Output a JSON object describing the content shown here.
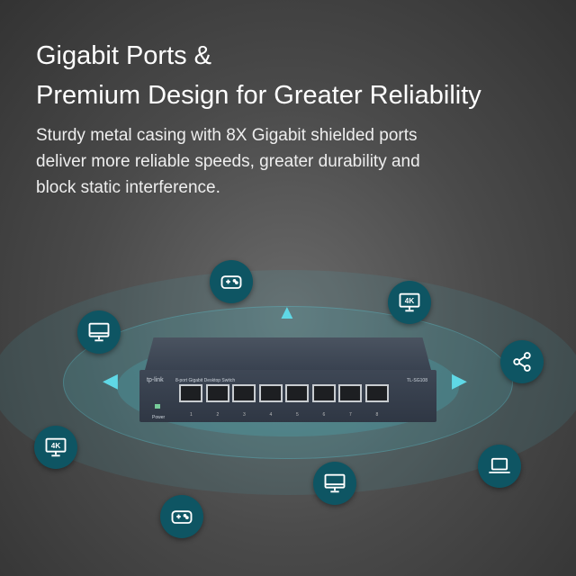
{
  "headline": {
    "line1": "Gigabit Ports &",
    "line2": "Premium Design for Greater Reliability"
  },
  "subtitle": {
    "line1": "Sturdy metal casing with 8X Gigabit shielded ports",
    "line2": "deliver more reliable speeds, greater durability and",
    "line3": "block static interference."
  },
  "device": {
    "brand": "tp-link",
    "description": "8-port Gigabit Desktop Switch",
    "model": "TL-SG108",
    "power_label": "Power",
    "ports": [
      "1",
      "2",
      "3",
      "4",
      "5",
      "6",
      "7",
      "8"
    ]
  },
  "icons": [
    "gamepad-icon",
    "4k-monitor-icon",
    "monitor-icon",
    "share-icon",
    "4k-monitor-icon",
    "laptop-icon",
    "monitor-icon",
    "gamepad-icon"
  ],
  "colors": {
    "accent": "#0e5563",
    "glow": "#5fd8e6"
  },
  "badge4k": "4K"
}
